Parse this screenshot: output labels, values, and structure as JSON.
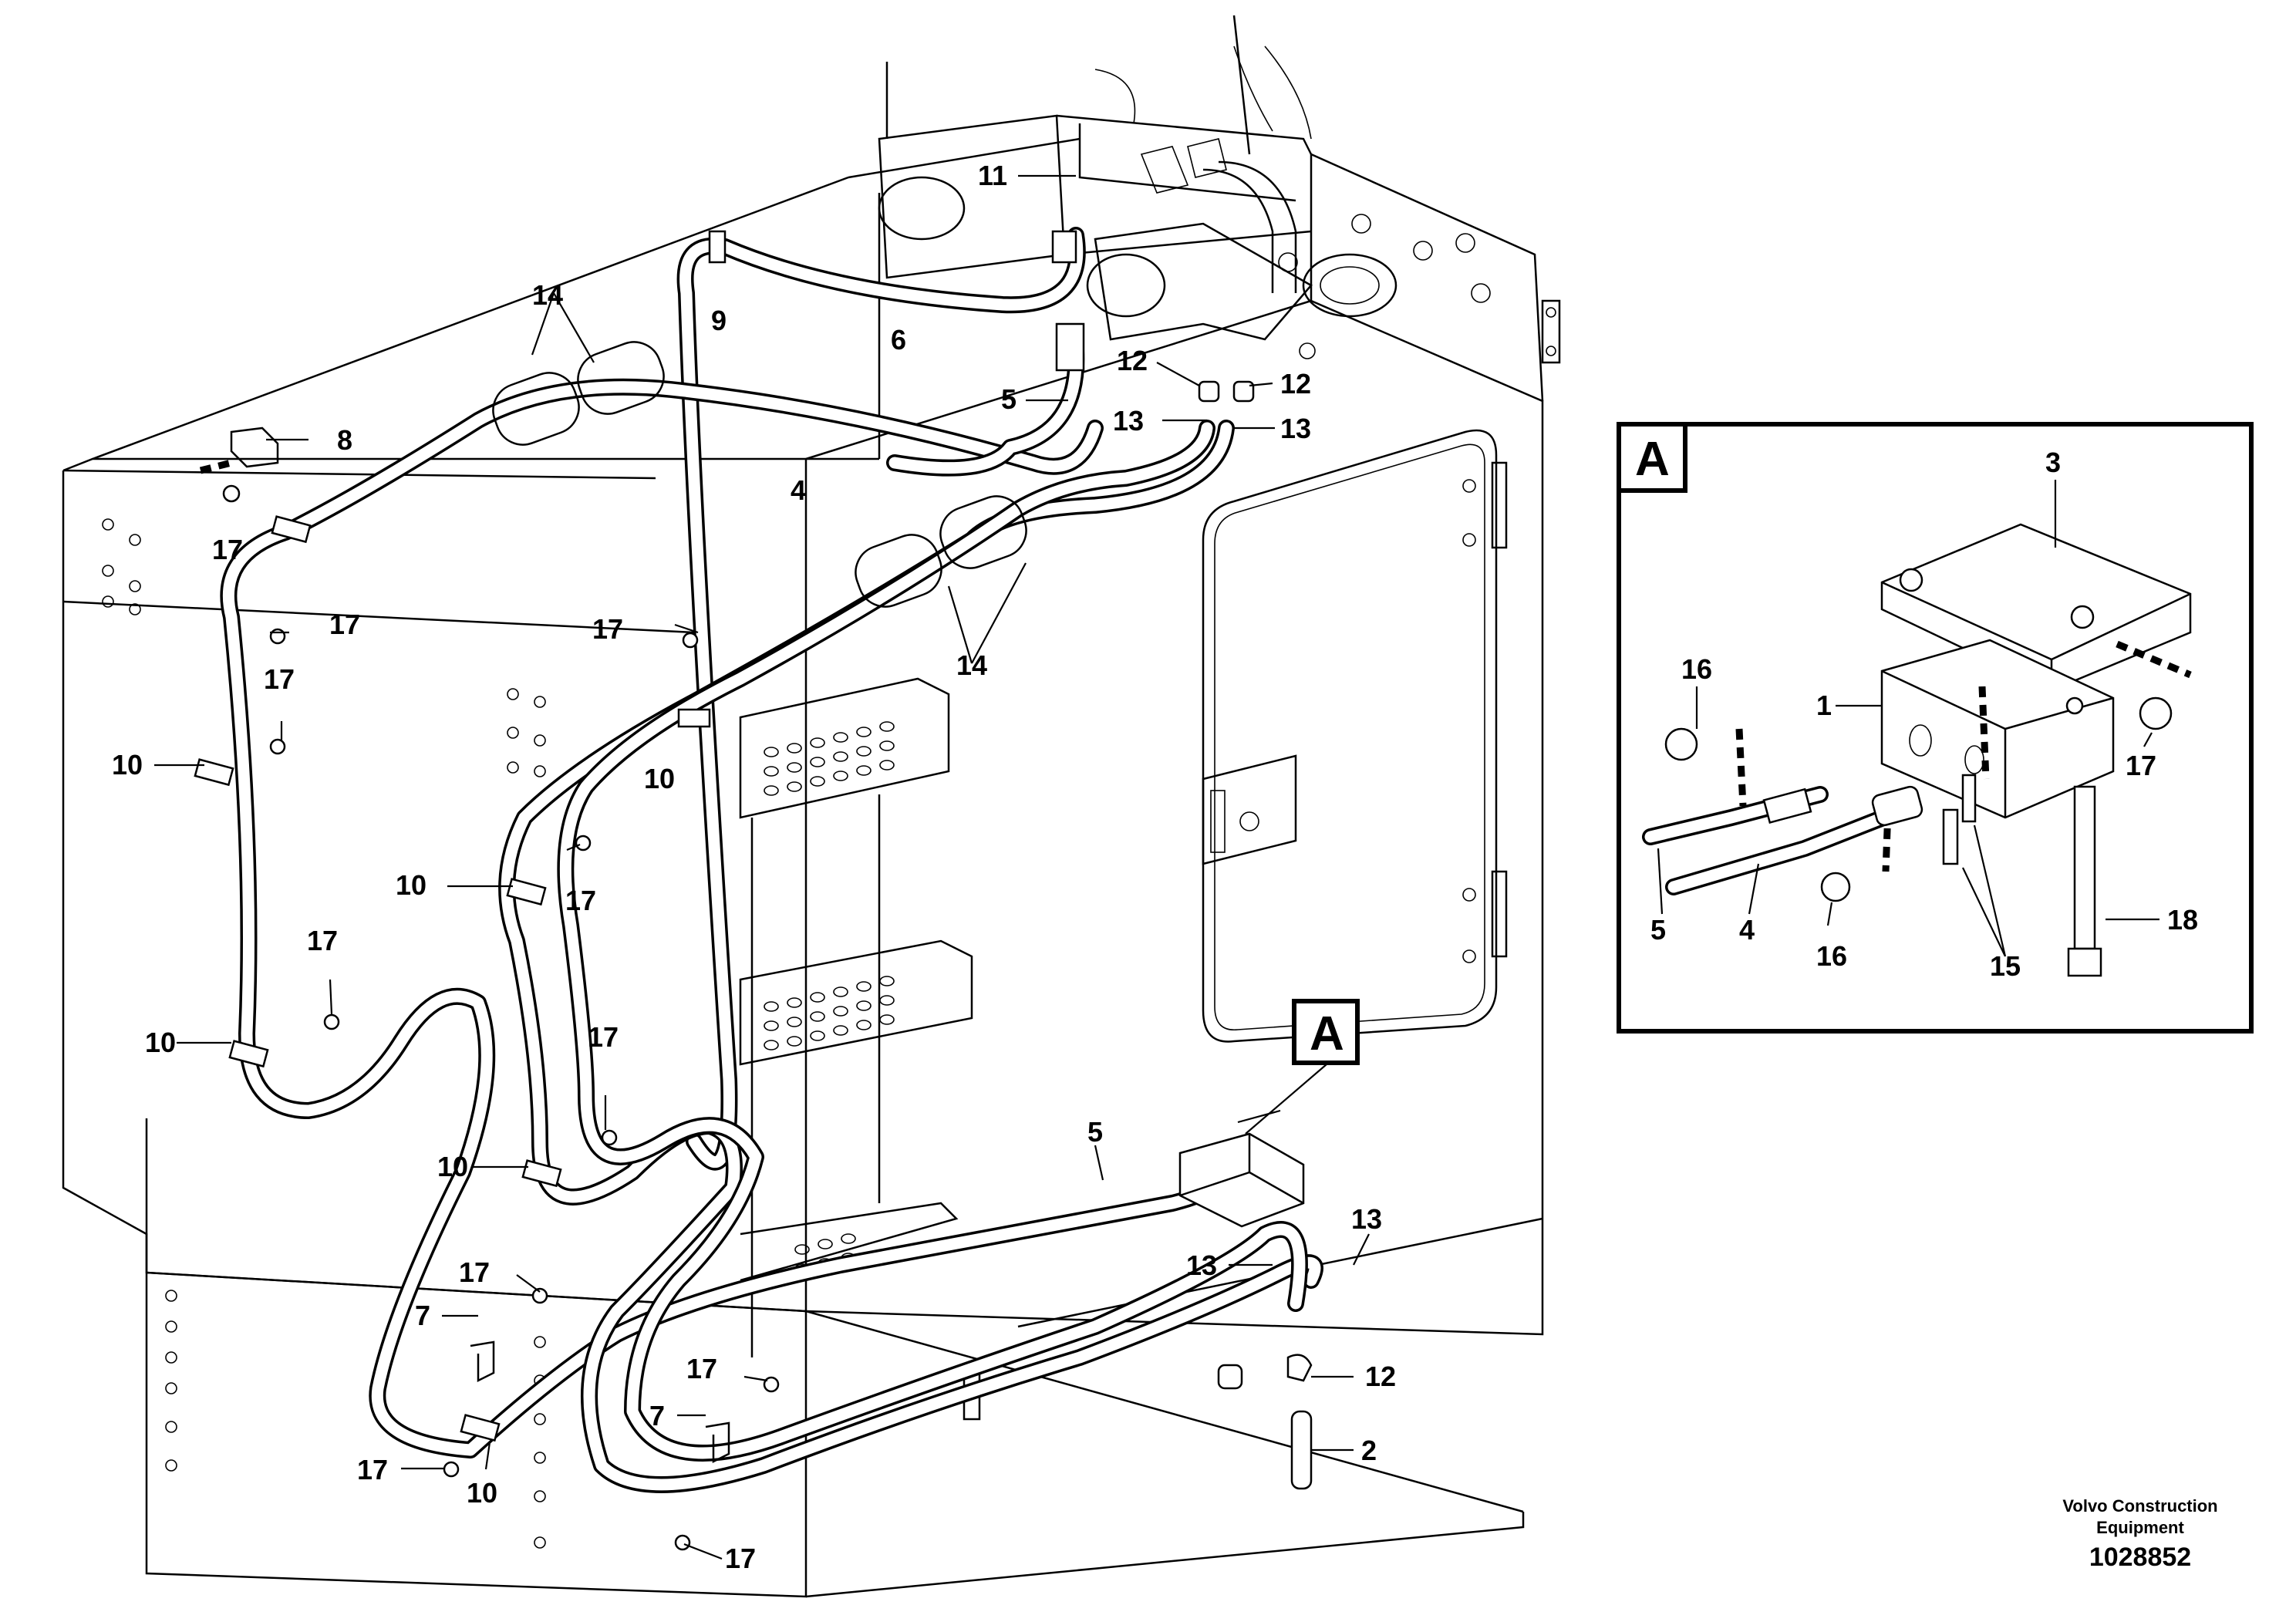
{
  "callouts": {
    "c11": "11",
    "c9": "9",
    "c6": "6",
    "c14a": "14",
    "c14b": "14",
    "c12a": "12",
    "c12b": "12",
    "c12c": "12",
    "c5a": "5",
    "c5b": "5",
    "c13a": "13",
    "c13b": "13",
    "c13c": "13",
    "c13d": "13",
    "c4": "4",
    "c8": "8",
    "c17a": "17",
    "c17b": "17",
    "c17c": "17",
    "c17d": "17",
    "c17e": "17",
    "c17f": "17",
    "c17g": "17",
    "c17h": "17",
    "c17i": "17",
    "c17j": "17",
    "c17k": "17",
    "c10a": "10",
    "c10b": "10",
    "c10c": "10",
    "c10d": "10",
    "c10e": "10",
    "c10f": "10",
    "c7a": "7",
    "c7b": "7",
    "c2": "2"
  },
  "detail_marker": "A",
  "detail": {
    "letter": "A",
    "labels": {
      "l3": "3",
      "l1": "1",
      "l16a": "16",
      "l16b": "16",
      "l17": "17",
      "l5": "5",
      "l4": "4",
      "l15": "15",
      "l18": "18"
    }
  },
  "credit": {
    "line1": "Volvo Construction",
    "line2": "Equipment",
    "number": "1028852"
  }
}
